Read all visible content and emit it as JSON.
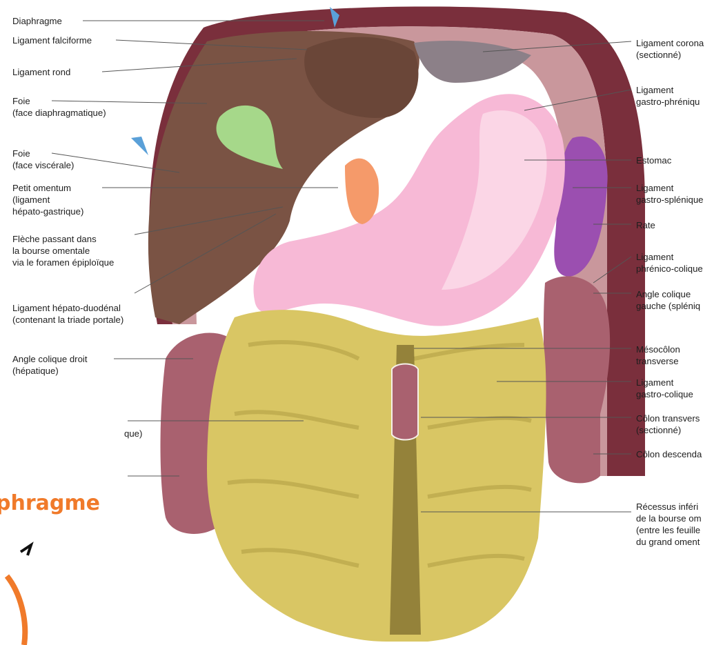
{
  "labels_left": [
    {
      "id": "diaphragme",
      "lines": [
        "Diaphragme"
      ]
    },
    {
      "id": "ligament-falciforme",
      "lines": [
        "Ligament falciforme"
      ]
    },
    {
      "id": "ligament-rond",
      "lines": [
        "Ligament rond"
      ]
    },
    {
      "id": "foie-diaphragmatique",
      "lines": [
        "Foie",
        "(face diaphragmatique)"
      ]
    },
    {
      "id": "foie-viscerale",
      "lines": [
        "Foie",
        "(face viscérale)"
      ]
    },
    {
      "id": "petit-omentum",
      "lines": [
        "Petit omentum",
        "(ligament",
        "hépato-gastrique)"
      ]
    },
    {
      "id": "fleche",
      "lines": [
        "Flèche passant dans",
        "la bourse omentale",
        "via le foramen épiploïque"
      ]
    },
    {
      "id": "ligament-hepato-duodenal",
      "lines": [
        "Ligament hépato-duodénal",
        "(contenant la triade portale)"
      ]
    },
    {
      "id": "angle-colique-droit",
      "lines": [
        "Angle colique droit",
        "(hépatique)"
      ]
    },
    {
      "id": "partial-left",
      "lines": [
        "que)"
      ]
    }
  ],
  "labels_right": [
    {
      "id": "ligament-coronaire",
      "lines": [
        "Ligament corona",
        "(sectionné)"
      ]
    },
    {
      "id": "ligament-gastro-phrenique",
      "lines": [
        "Ligament",
        "gastro-phréniqu"
      ]
    },
    {
      "id": "estomac",
      "lines": [
        "Estomac"
      ]
    },
    {
      "id": "ligament-gastro-splenique",
      "lines": [
        "Ligament",
        "gastro-splénique"
      ]
    },
    {
      "id": "rate",
      "lines": [
        "Rate"
      ]
    },
    {
      "id": "ligament-phrenico-colique",
      "lines": [
        "Ligament",
        "phrénico-colique"
      ]
    },
    {
      "id": "angle-colique-gauche",
      "lines": [
        "Angle colique",
        "gauche (spléniq"
      ]
    },
    {
      "id": "mesocolon",
      "lines": [
        "Mésocôlon",
        "transverse"
      ]
    },
    {
      "id": "ligament-gastro-colique",
      "lines": [
        "Ligament",
        "gastro-colique"
      ]
    },
    {
      "id": "colon-transverse",
      "lines": [
        "Côlon transvers",
        "(sectionné)"
      ]
    },
    {
      "id": "colon-descendant",
      "lines": [
        "Côlon descenda"
      ]
    },
    {
      "id": "recessus",
      "lines": [
        "Récessus inféri",
        "de la bourse om",
        "(entre les feuille",
        "du grand oment"
      ]
    }
  ],
  "overlay_text": "phragme",
  "colors": {
    "liver": "#7a5344",
    "stomach": "#f7b9d6",
    "spleen": "#9b4fb0",
    "omentum": "#d9c664",
    "colon": "#a9616f",
    "diaphragm": "#7a2f3c",
    "gallbladder": "#a6d88a",
    "overlay": "#f07a2a"
  }
}
